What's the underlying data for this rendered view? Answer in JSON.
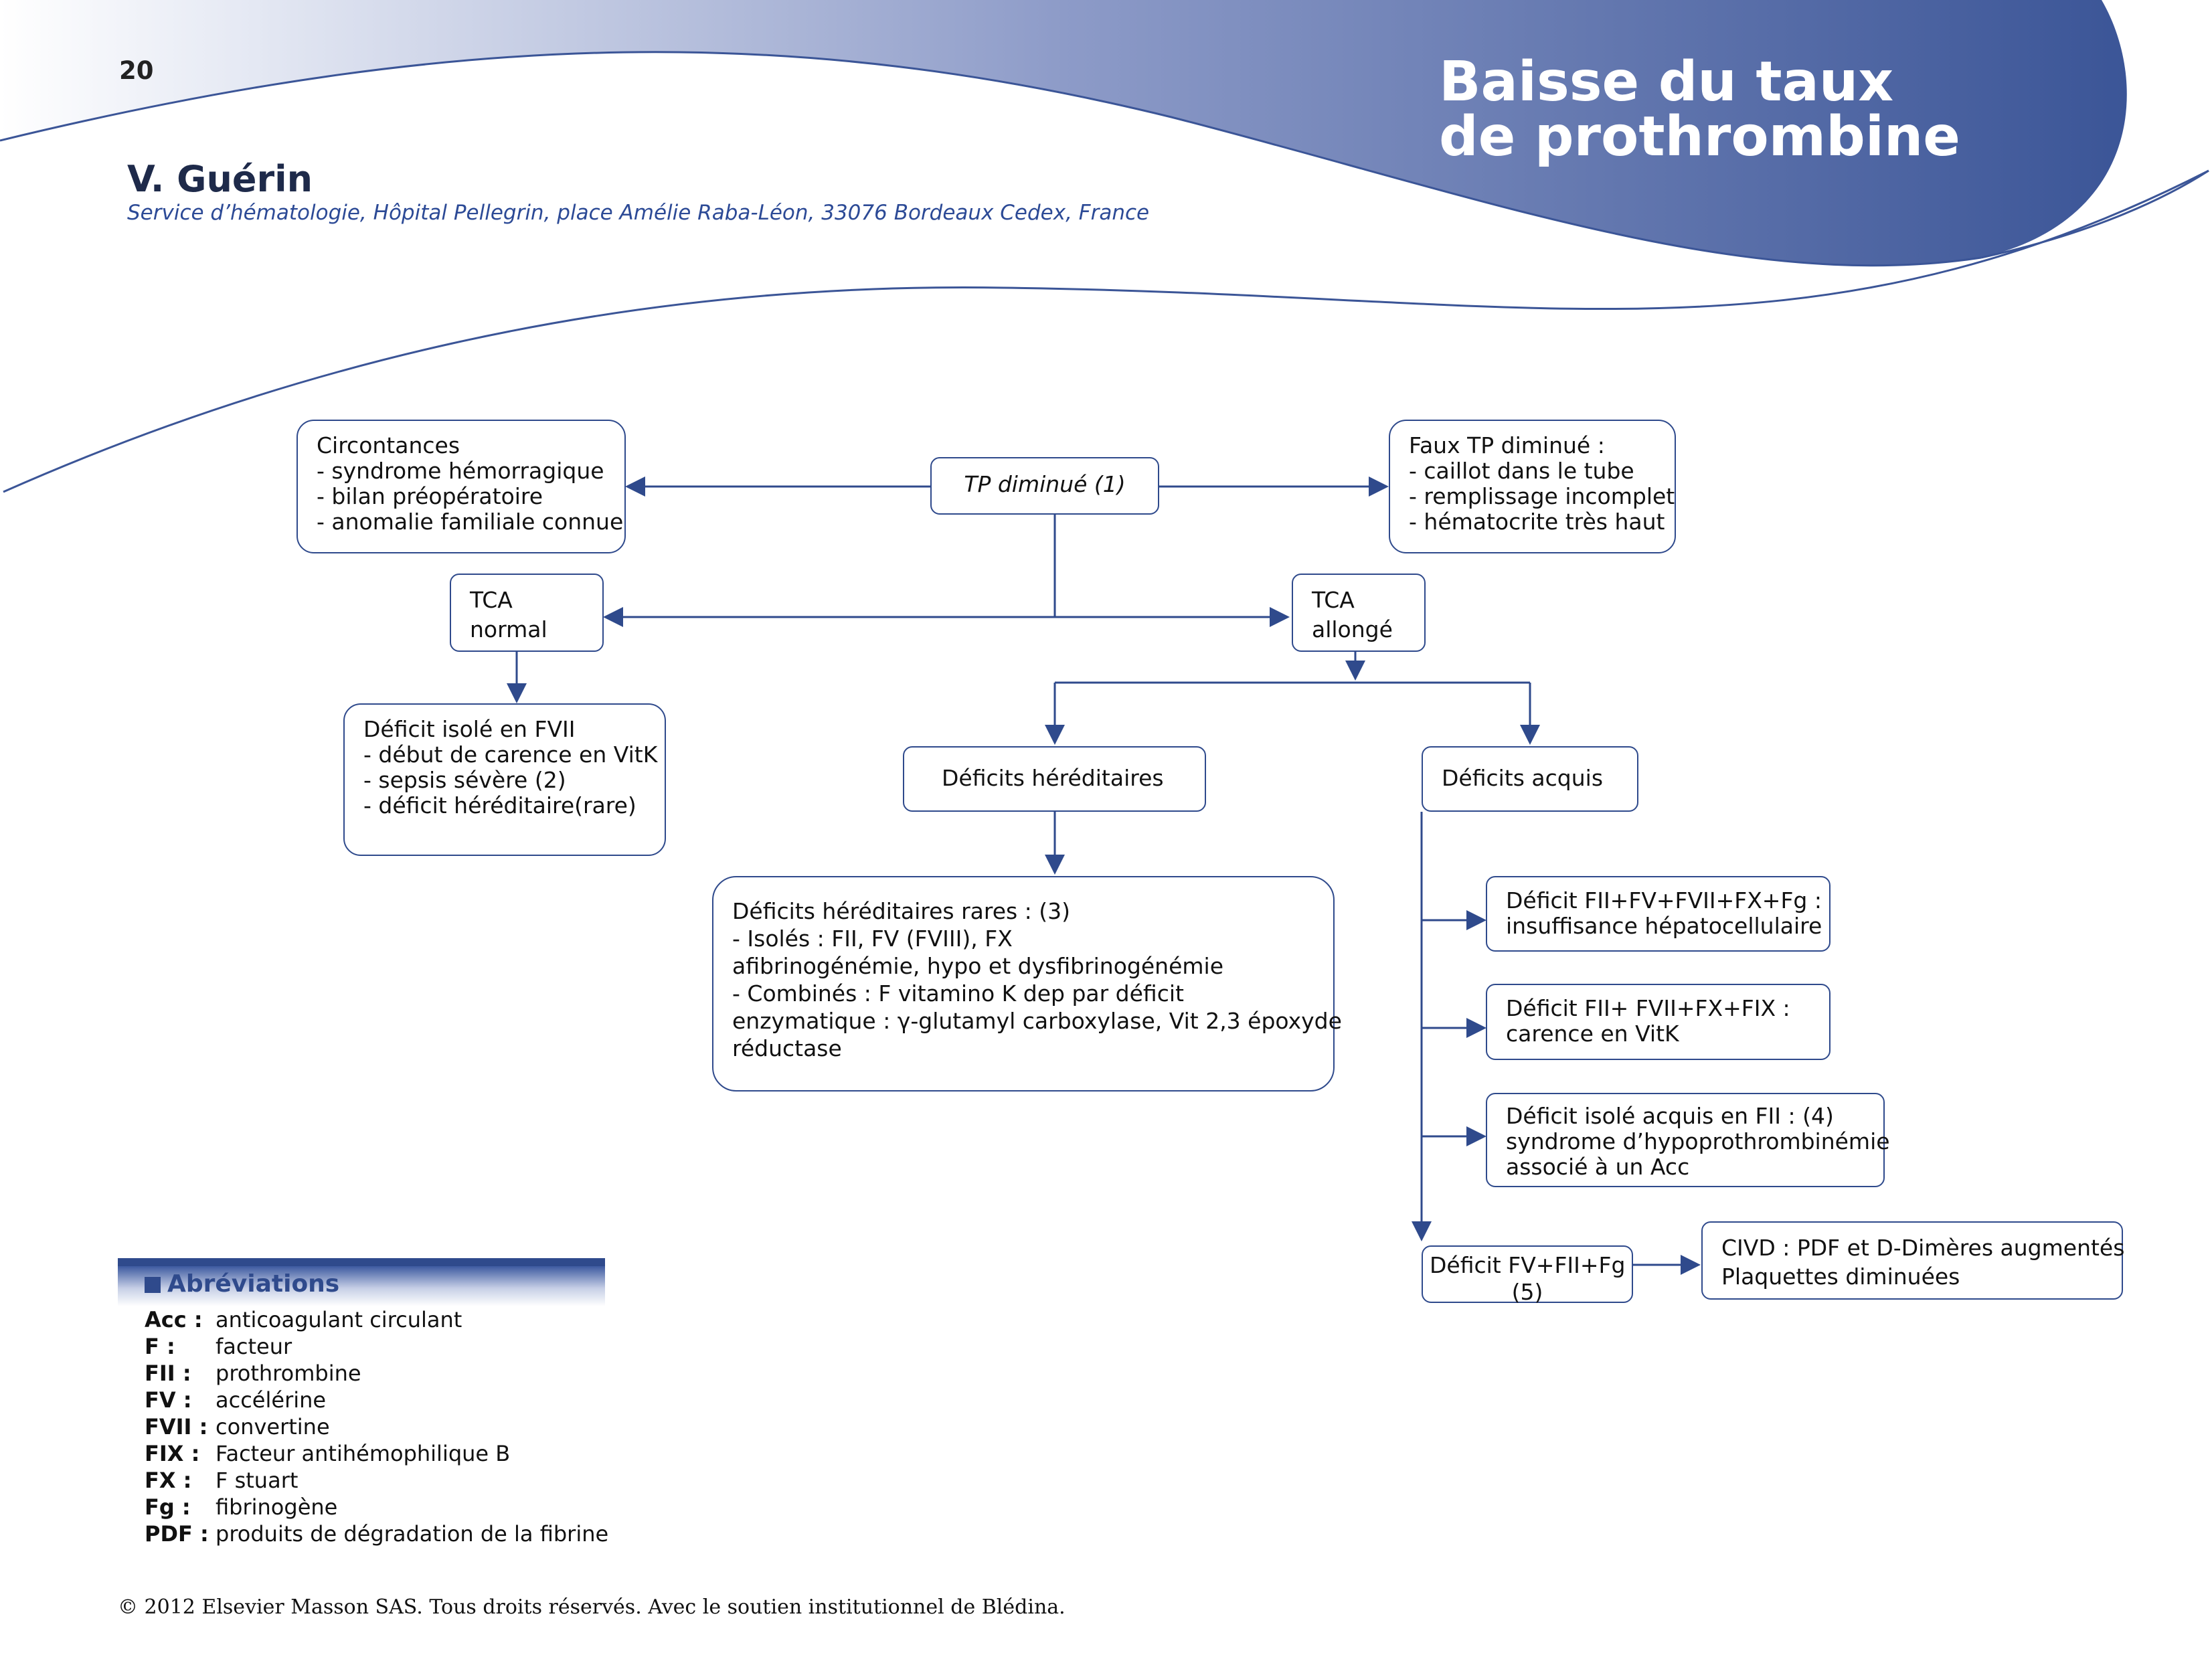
{
  "header": {
    "page_number": "20",
    "title_line1": "Baisse du taux",
    "title_line2": "de prothrombine",
    "author": "V. Guérin",
    "affiliation": "Service d’hématologie, Hôpital Pellegrin, place Amélie Raba-Léon, 33076 Bordeaux Cedex, France"
  },
  "diagram": {
    "tp": "TP diminué (1)",
    "circ": [
      "Circontances",
      "- syndrome hémorragique",
      "- bilan préopératoire",
      "- anomalie familiale connue"
    ],
    "faux": [
      "Faux TP diminué :",
      "- caillot dans le tube",
      "- remplissage incomplet",
      "- hématocrite très haut"
    ],
    "tca_normal": [
      "TCA",
      "normal"
    ],
    "tca_allonge": [
      "TCA",
      "allongé"
    ],
    "fvii": [
      "Déficit isolé en FVII",
      "- début de carence en VitK",
      "- sepsis sévère (2)",
      "- déficit héréditaire(rare)"
    ],
    "hered": "Déficits héréditaires",
    "acquis": "Déficits acquis",
    "rares": [
      "Déficits héréditaires rares : (3)",
      "- Isolés : FII, FV (FVIII), FX",
      "afibrinogénémie, hypo et dysfibrinogénémie",
      "- Combinés : F vitamino K dep par déficit",
      "enzymatique : γ-glutamyl carboxylase, Vit 2,3 époxyde",
      "réductase"
    ],
    "hepato": [
      "Déficit FII+FV+FVII+FX+Fg :",
      "insuffisance hépatocellulaire"
    ],
    "vitk": [
      "Déficit FII+ FVII+FX+FIX :",
      "carence en VitK"
    ],
    "fii": [
      "Déficit isolé acquis en FII : (4)",
      "syndrome d’hypoprothrombinémie",
      "associé à un Acc"
    ],
    "fvfii": [
      "Déficit FV+FII+Fg",
      "(5)"
    ],
    "civd": [
      "CIVD : PDF et D-Dimères augmentés",
      "Plaquettes diminuées"
    ]
  },
  "abbreviations": {
    "title": "Abréviations",
    "items": [
      {
        "code": "Acc :",
        "def": "anticoagulant circulant"
      },
      {
        "code": "F :",
        "def": "facteur"
      },
      {
        "code": "FII :",
        "def": "prothrombine"
      },
      {
        "code": "FV :",
        "def": "accélérine"
      },
      {
        "code": "FVII :",
        "def": "convertine"
      },
      {
        "code": "FIX :",
        "def": "Facteur antihémophilique B"
      },
      {
        "code": "FX :",
        "def": "F stuart"
      },
      {
        "code": "Fg :",
        "def": "fibrinogène"
      },
      {
        "code": "PDF :",
        "def": "produits de dégradation de la fibrine"
      }
    ]
  },
  "footer": "© 2012 Elsevier Masson SAS. Tous droits réservés. Avec le soutien institutionnel de Blédina.",
  "colors": {
    "accent": "#2f4a8c",
    "wave_dark": "#3d5799",
    "wave_light": "#dfe4f1"
  }
}
